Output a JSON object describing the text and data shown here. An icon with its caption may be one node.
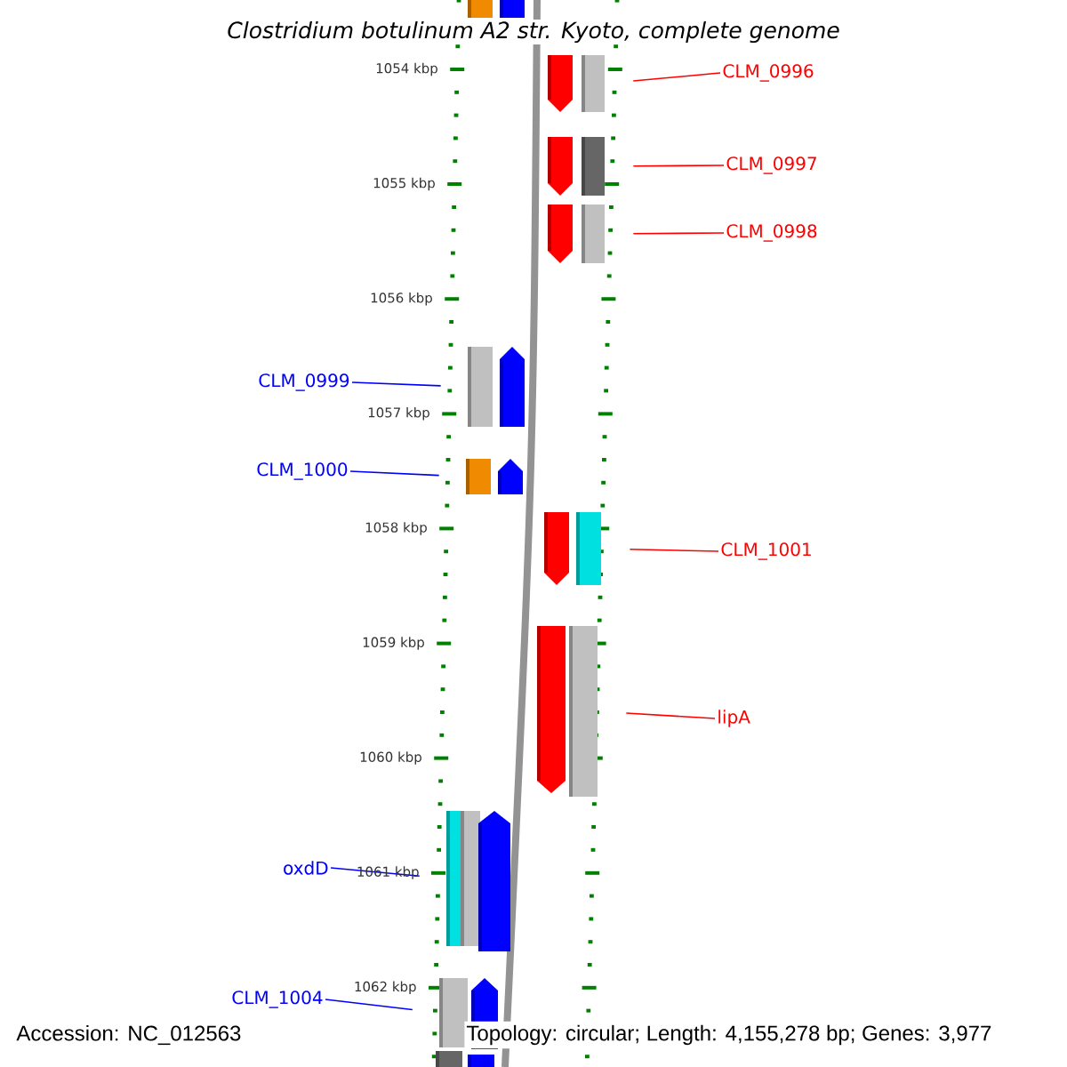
{
  "diagram": {
    "title": "Clostridium botulinum A2 str. Kyoto, complete genome",
    "nodes": [
      {
        "text": [],
        "shape": "bar"
      },
      {
        "text": [],
        "shape": "bar"
      },
      {
        "text": [
          "CLM_0996"
        ]
      },
      {
        "text": [],
        "shape": "arrow"
      },
      {
        "text": [],
        "shape": "bar"
      },
      {
        "text": [
          "CLM_0997"
        ]
      },
      {
        "text": [],
        "shape": "arrow"
      },
      {
        "text": [],
        "shape": "bar"
      },
      {
        "text": [
          "CLM_0998"
        ]
      },
      {
        "text": [],
        "shape": "arrow"
      },
      {
        "text": [],
        "shape": "bar"
      },
      {
        "text": [
          "CLM_0999"
        ]
      },
      {
        "text": [],
        "shape": "bar"
      },
      {
        "text": [],
        "shape": "arrow"
      },
      {
        "text": [
          "CLM_1000"
        ]
      },
      {
        "text": [],
        "shape": "bar"
      },
      {
        "text": [],
        "shape": "arrow"
      },
      {
        "text": [
          "CLM_1001"
        ]
      },
      {
        "text": [],
        "shape": "arrow"
      },
      {
        "text": [],
        "shape": "bar"
      },
      {
        "text": [
          "lipA"
        ]
      },
      {
        "text": [],
        "shape": "arrow"
      },
      {
        "text": [],
        "shape": "bar"
      },
      {
        "text": [
          "oxdD"
        ]
      },
      {
        "text": [],
        "shape": "bar"
      },
      {
        "text": [],
        "shape": "bar"
      },
      {
        "text": [],
        "shape": "arrow"
      },
      {
        "text": [
          "CLM_1004"
        ]
      },
      {
        "text": [],
        "shape": "bar"
      },
      {
        "text": [],
        "shape": "arrow"
      },
      {
        "text": [],
        "shape": "bar"
      },
      {
        "text": [],
        "shape": "bar"
      }
    ],
    "edges": [
      {
        "from": 2,
        "to": 4,
        "arrow": "none"
      },
      {
        "from": 5,
        "to": 7,
        "arrow": "none"
      },
      {
        "from": 8,
        "to": 10,
        "arrow": "none"
      },
      {
        "from": 11,
        "to": 12,
        "arrow": "none",
        "color": "#0000ff"
      },
      {
        "from": 14,
        "to": 15,
        "arrow": "none",
        "color": "#0000ff"
      },
      {
        "from": 17,
        "to": 19,
        "arrow": "none"
      },
      {
        "from": 20,
        "to": 22,
        "arrow": "none"
      },
      {
        "from": 23,
        "to": 24,
        "arrow": "none",
        "color": "#0000ff"
      },
      {
        "from": 27,
        "to": 28,
        "arrow": "none",
        "color": "#0000ff"
      }
    ],
    "labels": [
      "1054 kbp",
      "1055 kbp",
      "1056 kbp",
      "1057 kbp",
      "1058 kbp",
      "1059 kbp",
      "1060 kbp",
      "1061 kbp",
      "1062 kbp",
      "Accession: NC_012563",
      "Topology: circular; Length: 4,155,278 bp; Genes: 3,977"
    ]
  }
}
